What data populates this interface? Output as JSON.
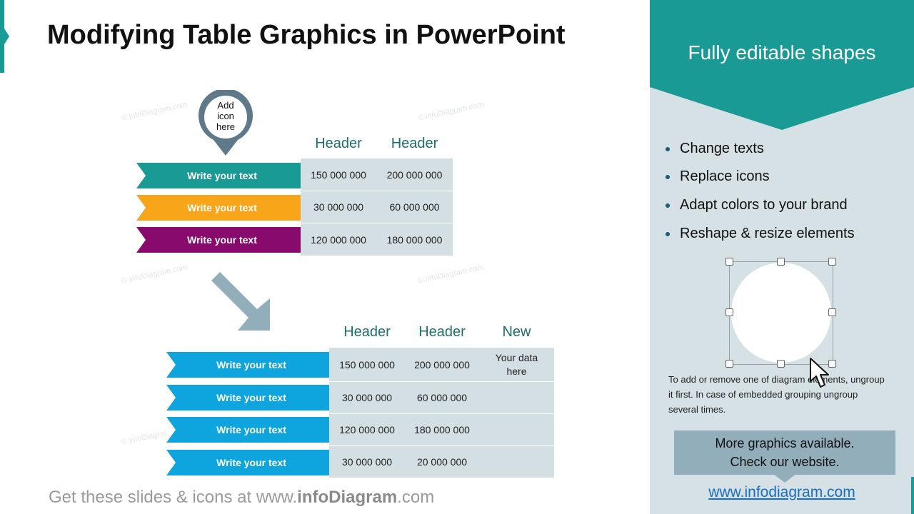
{
  "title": "Modifying Table Graphics in PowerPoint",
  "watermark": "© infoDiagram.com",
  "pin_text": "Add icon here",
  "table1": {
    "headers": [
      "Header",
      "Header"
    ],
    "rows": [
      {
        "label": "Write your text",
        "color": "#1a9a94",
        "values": [
          "150 000 000",
          "200 000 000"
        ]
      },
      {
        "label": "Write your text",
        "color": "#f9a51a",
        "values": [
          "30 000 000",
          "60 000 000"
        ]
      },
      {
        "label": "Write your text",
        "color": "#870a6c",
        "values": [
          "120 000 000",
          "180 000 000"
        ]
      }
    ]
  },
  "arrow_color": "#93aebb",
  "table2": {
    "headers": [
      "Header",
      "Header",
      "New"
    ],
    "rows": [
      {
        "label": "Write your text",
        "color": "#0ea4dd",
        "values": [
          "150 000 000",
          "200 000 000",
          "Your data here"
        ]
      },
      {
        "label": "Write your text",
        "color": "#0ea4dd",
        "values": [
          "30 000 000",
          "60 000 000",
          ""
        ]
      },
      {
        "label": "Write your text",
        "color": "#0ea4dd",
        "values": [
          "120 000 000",
          "180 000 000",
          ""
        ]
      },
      {
        "label": "Write your text",
        "color": "#0ea4dd",
        "values": [
          "30 000 000",
          "20 000 000",
          ""
        ]
      }
    ]
  },
  "footer": {
    "prefix": "Get these slides & icons at www.",
    "brand": "infoDiagram",
    "suffix": ".com"
  },
  "panel": {
    "title": "Fully editable shapes",
    "bullets": [
      "Change texts",
      "Replace icons",
      "Adapt colors to your brand",
      "Reshape & resize elements"
    ],
    "note": "To add or remove one of diagram elements, ungroup it first. In case of embedded grouping ungroup several times.",
    "more_line1": "More graphics available.",
    "more_line2": "Check our website.",
    "link": "www.infodiagram.com",
    "accent": "#1a9a94",
    "background": "#d5e1e4"
  }
}
